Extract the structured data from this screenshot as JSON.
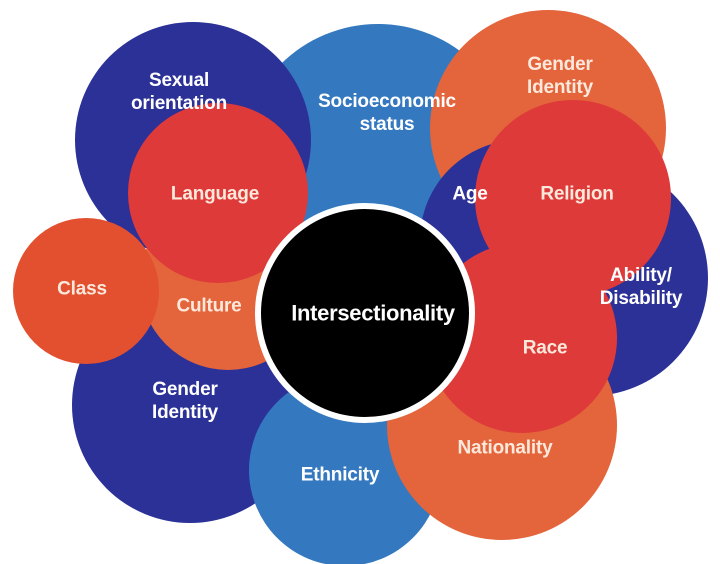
{
  "diagram": {
    "title": "Intersectionality",
    "colors": {
      "navy": "#2B3197",
      "blue": "#3479C0",
      "orange": "#E4643B",
      "red": "#DF3A3A",
      "class_orange": "#E2502F",
      "center_fill": "#000000",
      "center_ring": "#FFFFFF",
      "background": "#FFFFFF"
    },
    "center": {
      "label": "Intersectionality"
    },
    "circles": [
      {
        "id": "sexual-orientation",
        "line1": "Sexual",
        "line2": "orientation",
        "color": "navy"
      },
      {
        "id": "socioeconomic-status",
        "line1": "Socioeconomic",
        "line2": "status",
        "color": "blue"
      },
      {
        "id": "gender-identity-top",
        "line1": "Gender",
        "line2": "Identity",
        "color": "orange"
      },
      {
        "id": "language",
        "line1": "Language",
        "line2": "",
        "color": "red"
      },
      {
        "id": "age",
        "line1": "Age",
        "line2": "",
        "color": "navy"
      },
      {
        "id": "religion",
        "line1": "Religion",
        "line2": "",
        "color": "red"
      },
      {
        "id": "ability-disability",
        "line1": "Ability/",
        "line2": "Disability",
        "color": "navy"
      },
      {
        "id": "class",
        "line1": "Class",
        "line2": "",
        "color": "class_orange"
      },
      {
        "id": "culture",
        "line1": "Culture",
        "line2": "",
        "color": "orange"
      },
      {
        "id": "race",
        "line1": "Race",
        "line2": "",
        "color": "red"
      },
      {
        "id": "gender-identity-bottom",
        "line1": "Gender",
        "line2": "Identity",
        "color": "navy"
      },
      {
        "id": "ethnicity",
        "line1": "Ethnicity",
        "line2": "",
        "color": "blue"
      },
      {
        "id": "nationality",
        "line1": "Nationality",
        "line2": "",
        "color": "orange"
      }
    ]
  }
}
